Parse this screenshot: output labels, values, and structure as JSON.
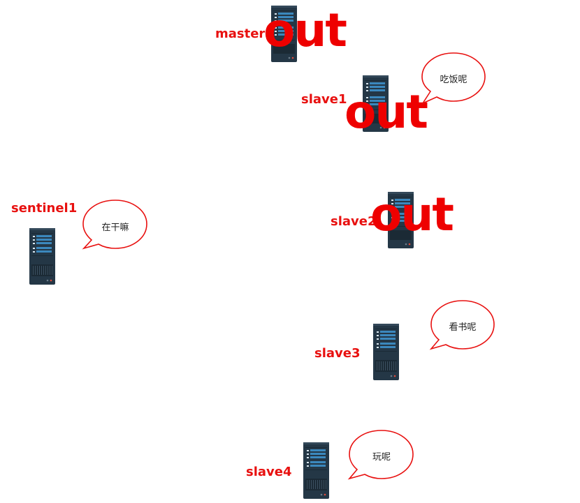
{
  "nodes": {
    "master": {
      "label": "master"
    },
    "slave1": {
      "label": "slave1"
    },
    "slave2": {
      "label": "slave2"
    },
    "slave3": {
      "label": "slave3"
    },
    "slave4": {
      "label": "slave4"
    },
    "sentinel1": {
      "label": "sentinel1"
    }
  },
  "status_marks": {
    "master": "out",
    "slave1": "out",
    "slave2": "out"
  },
  "speech": {
    "slave1": "吃饭呢",
    "sentinel1": "在干嘛",
    "slave3": "看书呢",
    "slave4": "玩呢"
  },
  "colors": {
    "label": "#e8100f",
    "out": "#ee0000",
    "bubble_stroke": "#e8100f",
    "server_body": "#253848",
    "server_bars": "#3d86b8"
  }
}
